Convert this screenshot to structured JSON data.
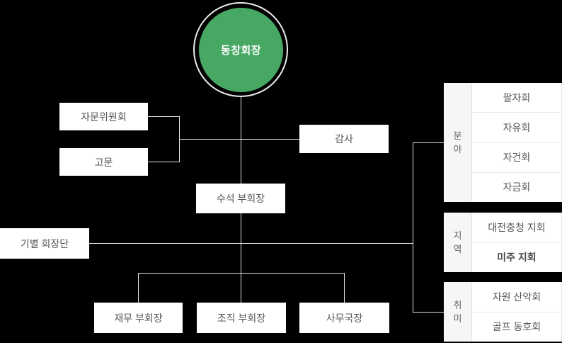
{
  "colors": {
    "background": "#000000",
    "accent_green": "#47a864",
    "ring_white": "#ededed",
    "line_gray": "#e3e3e3",
    "box_text": "#555555",
    "label_bg": "#f6f6f6"
  },
  "org_chart": {
    "root": {
      "label": "동창회장"
    },
    "nodes": {
      "advisory_committee": "자문위원회",
      "advisor": "고문",
      "auditor": "감사",
      "senior_vice_chairman": "수석 부회장",
      "class_presidents": "기별 회장단",
      "finance_vice_chairman": "재무 부회장",
      "organization_vice_chairman": "조직 부회장",
      "secretary_general": "사무국장"
    }
  },
  "right_panel": {
    "groups": [
      {
        "label": "분야",
        "items": [
          {
            "label": "팔자회"
          },
          {
            "label": "자유회"
          },
          {
            "label": "자건회"
          },
          {
            "label": "자금회"
          }
        ]
      },
      {
        "label": "지역",
        "items": [
          {
            "label": "대전충청 지회"
          },
          {
            "label": "미주 지회",
            "bold": true
          }
        ]
      },
      {
        "label": "취미",
        "items": [
          {
            "label": "자원 산악회"
          },
          {
            "label": "골프 동호회"
          }
        ]
      }
    ]
  }
}
